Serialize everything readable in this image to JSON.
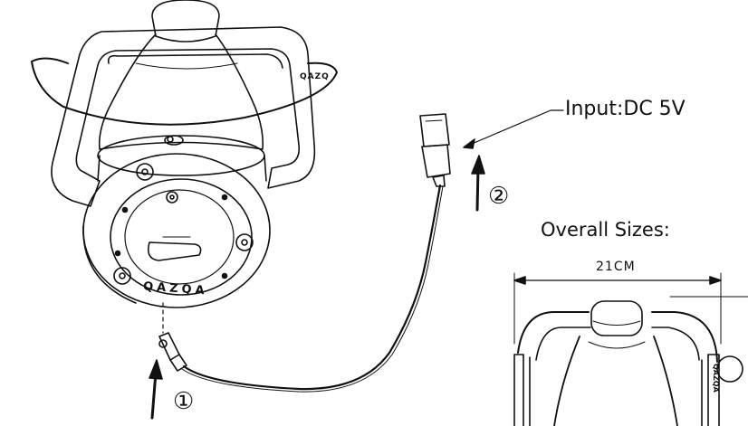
{
  "labels": {
    "input": "Input:DC  5V",
    "overall_sizes": "Overall Sizes:",
    "width": "21CM"
  },
  "steps": {
    "one": "①",
    "two": "②"
  },
  "brand": {
    "front": "QAZQA",
    "top": "QAZQ",
    "side": "QAZQA"
  },
  "colors": {
    "line": "#111111",
    "background": "#ffffff"
  }
}
